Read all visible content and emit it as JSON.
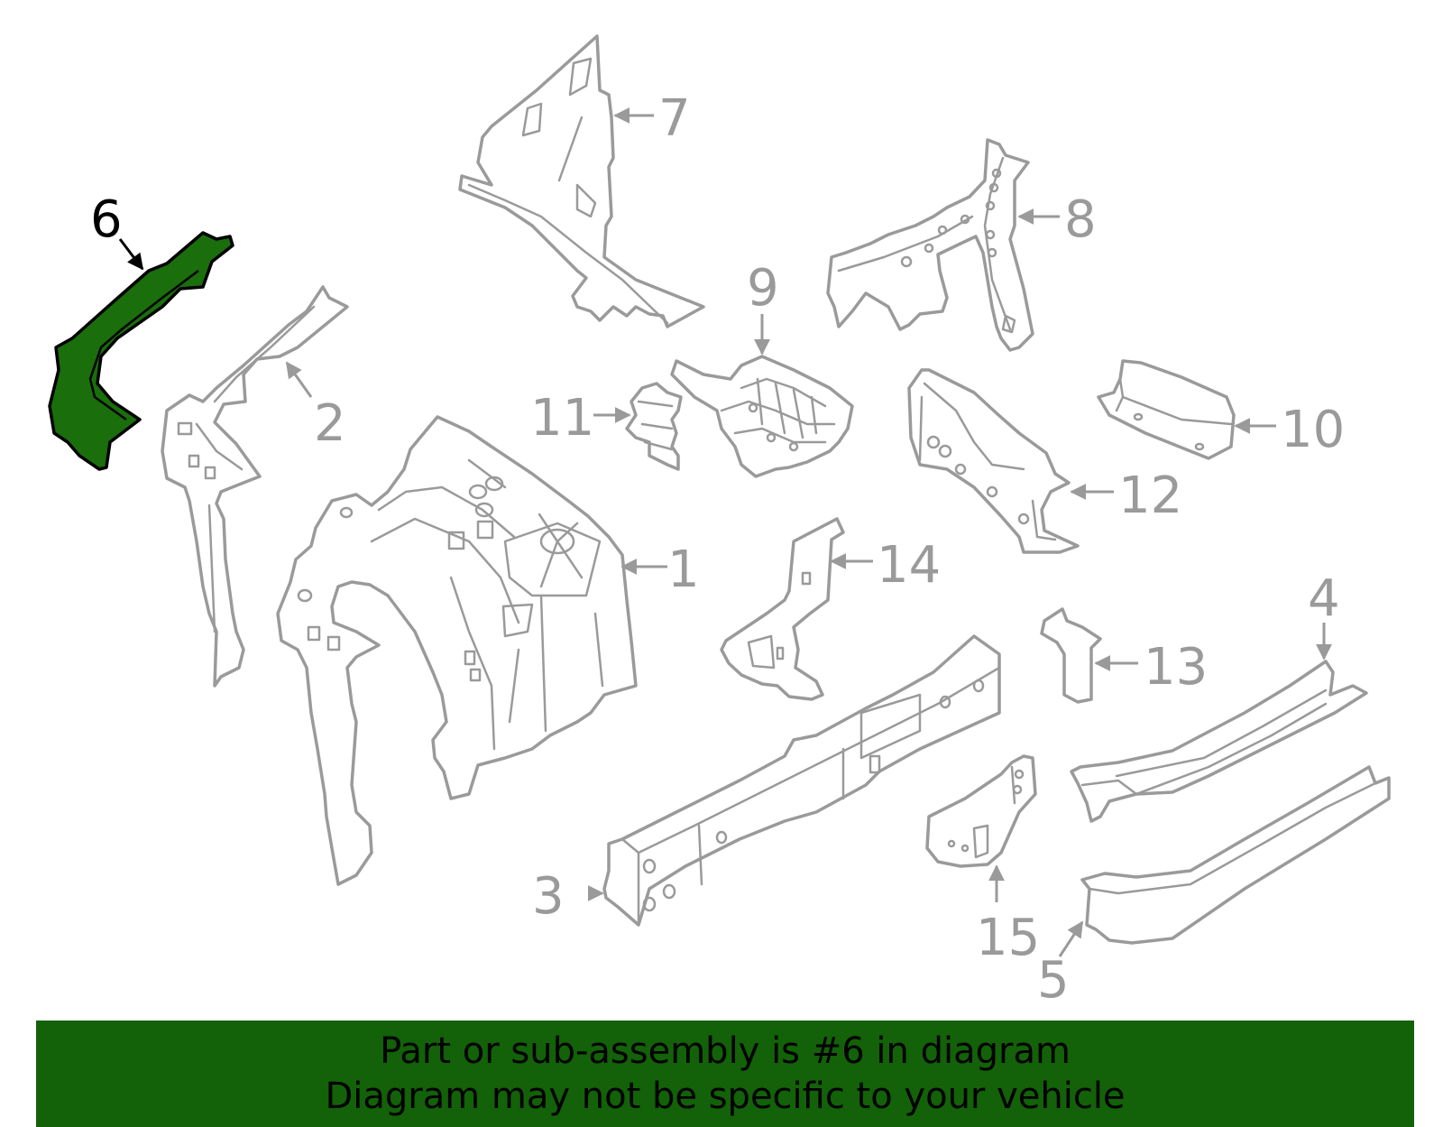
{
  "diagram": {
    "highlighted_part": "6",
    "highlight_color": "#1a6e0c",
    "outline_color": "#9a9a9a",
    "callouts": [
      "1",
      "2",
      "3",
      "4",
      "5",
      "6",
      "7",
      "8",
      "9",
      "10",
      "11",
      "12",
      "13",
      "14",
      "15"
    ]
  },
  "banner": {
    "background": "#136108",
    "line1": "Part or sub-assembly is #6 in diagram",
    "line2": "Diagram may not be specific to your vehicle"
  }
}
